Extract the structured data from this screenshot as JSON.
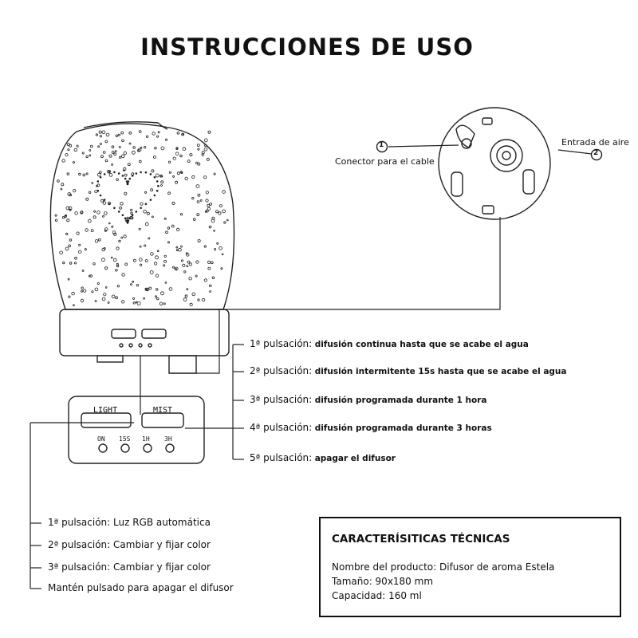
{
  "title": "INSTRUCCIONES DE USO",
  "callouts": {
    "connector_num": "1",
    "connector_label": "Conector para el cable",
    "air_num": "2",
    "air_label": "Entrada de aire"
  },
  "control_panel": {
    "light_label": "LIGHT",
    "mist_label": "MIST",
    "indicators": [
      "ON",
      "15S",
      "1H",
      "3H"
    ]
  },
  "mist_presses": [
    {
      "press": "1ª pulsación:",
      "desc": "difusión continua hasta que se acabe el agua"
    },
    {
      "press": "2ª pulsación:",
      "desc": "difusión intermitente 15s hasta que se acabe el agua"
    },
    {
      "press": "3ª pulsación:",
      "desc": "difusión programada durante 1 hora"
    },
    {
      "press": "4ª pulsación:",
      "desc": "difusión programada durante 3 horas"
    },
    {
      "press": "5ª pulsación:",
      "desc": "apagar el difusor"
    }
  ],
  "light_presses": [
    {
      "press": "1ª pulsación:",
      "desc": "Luz RGB automática"
    },
    {
      "press": "2ª pulsación:",
      "desc": "Cambiar y fijar color"
    },
    {
      "press": "3ª pulsación:",
      "desc": "Cambiar y fijar color"
    },
    {
      "press": "",
      "desc": "Mantén pulsado para apagar el difusor"
    }
  ],
  "specs": {
    "title": "CARACTERÍSITICAS TÉCNICAS",
    "product": "Nombre del producto: Difusor de aroma Estela",
    "size": "Tamaño: 90x180 mm",
    "capacity": "Capacidad: 160 ml"
  }
}
